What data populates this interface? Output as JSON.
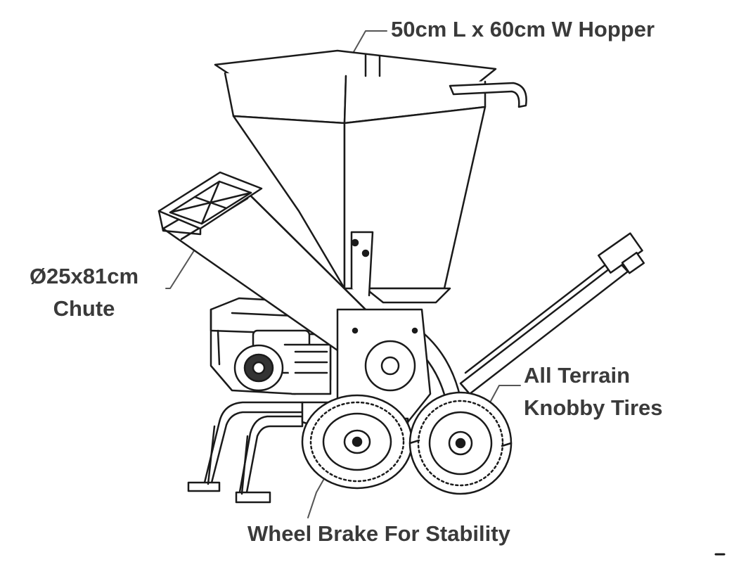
{
  "callouts": {
    "hopper": "50cm L x 60cm W Hopper",
    "chute_line1": "Ø25x81cm",
    "chute_line2": "Chute",
    "tires_line1": "All Terrain",
    "tires_line2": "Knobby Tires",
    "brake": "Wheel Brake For Stability"
  },
  "colors": {
    "ink": "#1a1a1a",
    "text": "#3a3a3a",
    "background": "#ffffff"
  }
}
